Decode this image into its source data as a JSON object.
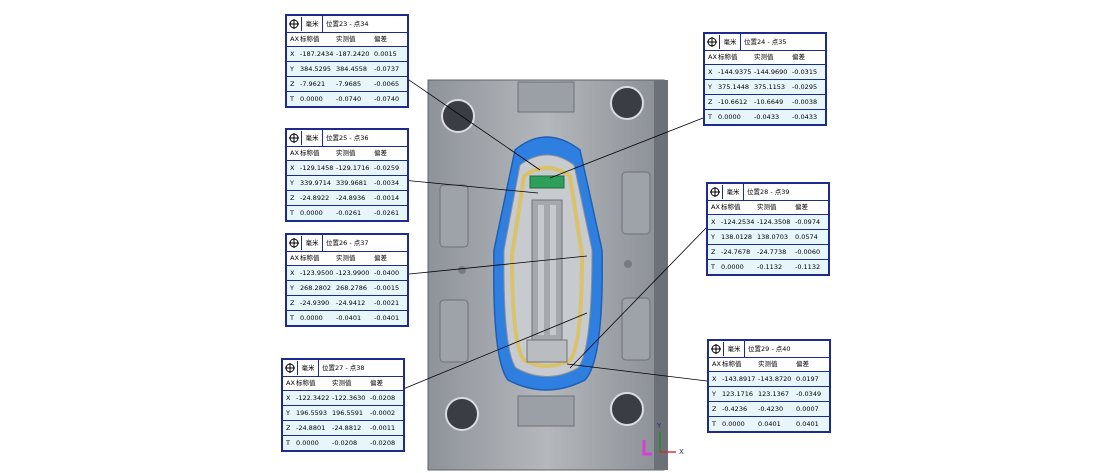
{
  "colors": {
    "frame": "#1d2b8f",
    "row_bg": "#e6f6fb",
    "mold_body": "#a9adb3",
    "cavity_blue": "#2f7fe0",
    "part_yellow": "#d9c26a",
    "leader": "#000000"
  },
  "icons": {
    "report_icon": "crosshair-globe-icon",
    "axis_icon": "xyz-triad-icon"
  },
  "reports": [
    {
      "id": "r23",
      "unit": "毫米",
      "title": "位置23 - 点34",
      "header": {
        "axis": "AX",
        "nominal": "标称值",
        "measured": "实测值",
        "deviation": "偏差"
      },
      "rows": [
        {
          "axis": "X",
          "nominal": "-187.2434",
          "measured": "-187.2420",
          "deviation": "0.0015"
        },
        {
          "axis": "Y",
          "nominal": "384.5295",
          "measured": "384.4558",
          "deviation": "-0.0737"
        },
        {
          "axis": "Z",
          "nominal": "-7.9621",
          "measured": "-7.9685",
          "deviation": "-0.0065"
        },
        {
          "axis": "T",
          "nominal": "0.0000",
          "measured": "-0.0740",
          "deviation": "-0.0740"
        }
      ]
    },
    {
      "id": "r24",
      "unit": "毫米",
      "title": "位置24 - 点35",
      "header": {
        "axis": "AX",
        "nominal": "标称值",
        "measured": "实测值",
        "deviation": "偏差"
      },
      "rows": [
        {
          "axis": "X",
          "nominal": "-144.9375",
          "measured": "-144.9690",
          "deviation": "-0.0315"
        },
        {
          "axis": "Y",
          "nominal": "375.1448",
          "measured": "375.1153",
          "deviation": "-0.0295"
        },
        {
          "axis": "Z",
          "nominal": "-10.6612",
          "measured": "-10.6649",
          "deviation": "-0.0038"
        },
        {
          "axis": "T",
          "nominal": "0.0000",
          "measured": "-0.0433",
          "deviation": "-0.0433"
        }
      ]
    },
    {
      "id": "r25",
      "unit": "毫米",
      "title": "位置25 - 点36",
      "header": {
        "axis": "AX",
        "nominal": "标称值",
        "measured": "实测值",
        "deviation": "偏差"
      },
      "rows": [
        {
          "axis": "X",
          "nominal": "-129.1458",
          "measured": "-129.1716",
          "deviation": "-0.0259"
        },
        {
          "axis": "Y",
          "nominal": "339.9714",
          "measured": "339.9681",
          "deviation": "-0.0034"
        },
        {
          "axis": "Z",
          "nominal": "-24.8922",
          "measured": "-24.8936",
          "deviation": "-0.0014"
        },
        {
          "axis": "T",
          "nominal": "0.0000",
          "measured": "-0.0261",
          "deviation": "-0.0261"
        }
      ]
    },
    {
      "id": "r26",
      "unit": "毫米",
      "title": "位置26 - 点37",
      "header": {
        "axis": "AX",
        "nominal": "标称值",
        "measured": "实测值",
        "deviation": "偏差"
      },
      "rows": [
        {
          "axis": "X",
          "nominal": "-123.9500",
          "measured": "-123.9900",
          "deviation": "-0.0400"
        },
        {
          "axis": "Y",
          "nominal": "268.2802",
          "measured": "268.2786",
          "deviation": "-0.0015"
        },
        {
          "axis": "Z",
          "nominal": "-24.9390",
          "measured": "-24.9412",
          "deviation": "-0.0021"
        },
        {
          "axis": "T",
          "nominal": "0.0000",
          "measured": "-0.0401",
          "deviation": "-0.0401"
        }
      ]
    },
    {
      "id": "r27",
      "unit": "毫米",
      "title": "位置27 - 点38",
      "header": {
        "axis": "AX",
        "nominal": "标称值",
        "measured": "实测值",
        "deviation": "偏差"
      },
      "rows": [
        {
          "axis": "X",
          "nominal": "-122.3422",
          "measured": "-122.3630",
          "deviation": "-0.0208"
        },
        {
          "axis": "Y",
          "nominal": "196.5593",
          "measured": "196.5591",
          "deviation": "-0.0002"
        },
        {
          "axis": "Z",
          "nominal": "-24.8801",
          "measured": "-24.8812",
          "deviation": "-0.0011"
        },
        {
          "axis": "T",
          "nominal": "0.0000",
          "measured": "-0.0208",
          "deviation": "-0.0208"
        }
      ]
    },
    {
      "id": "r28",
      "unit": "毫米",
      "title": "位置28 - 点39",
      "header": {
        "axis": "AX",
        "nominal": "标称值",
        "measured": "实测值",
        "deviation": "偏差"
      },
      "rows": [
        {
          "axis": "X",
          "nominal": "-124.2534",
          "measured": "-124.3508",
          "deviation": "-0.0974"
        },
        {
          "axis": "Y",
          "nominal": "138.0128",
          "measured": "138.0703",
          "deviation": "0.0574"
        },
        {
          "axis": "Z",
          "nominal": "-24.7678",
          "measured": "-24.7738",
          "deviation": "-0.0060"
        },
        {
          "axis": "T",
          "nominal": "0.0000",
          "measured": "-0.1132",
          "deviation": "-0.1132"
        }
      ]
    },
    {
      "id": "r29",
      "unit": "毫米",
      "title": "位置29 - 点40",
      "header": {
        "axis": "AX",
        "nominal": "标称值",
        "measured": "实测值",
        "deviation": "偏差"
      },
      "rows": [
        {
          "axis": "X",
          "nominal": "-143.8917",
          "measured": "-143.8720",
          "deviation": "0.0197"
        },
        {
          "axis": "Y",
          "nominal": "123.1716",
          "measured": "123.1367",
          "deviation": "-0.0349"
        },
        {
          "axis": "Z",
          "nominal": "-0.4236",
          "measured": "-0.4230",
          "deviation": "0.0007"
        },
        {
          "axis": "T",
          "nominal": "0.0000",
          "measured": "0.0401",
          "deviation": "0.0401"
        }
      ]
    }
  ],
  "triad": {
    "x_label": "X",
    "y_label": "Y"
  }
}
